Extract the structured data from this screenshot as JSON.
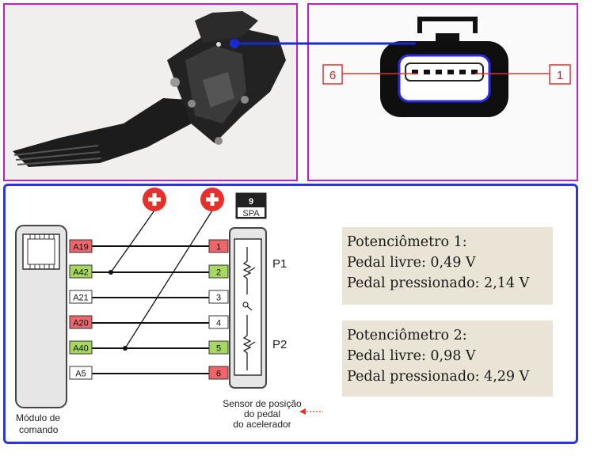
{
  "connector": {
    "pin_left": "6",
    "pin_right": "1"
  },
  "module": {
    "label_line1": "Módulo de",
    "label_line2": "comando",
    "pins": [
      {
        "label": "A19",
        "color": "#f0656a"
      },
      {
        "label": "A42",
        "color": "#a6d75e"
      },
      {
        "label": "A21",
        "color": "#ffffff"
      },
      {
        "label": "A20",
        "color": "#f0656a"
      },
      {
        "label": "A40",
        "color": "#a6d75e"
      },
      {
        "label": "A5",
        "color": "#ffffff"
      }
    ]
  },
  "sensor": {
    "pins": [
      {
        "label": "1",
        "color": "#f0656a"
      },
      {
        "label": "2",
        "color": "#a6d75e"
      },
      {
        "label": "3",
        "color": "#ffffff"
      },
      {
        "label": "4",
        "color": "#ffffff"
      },
      {
        "label": "5",
        "color": "#a6d75e"
      },
      {
        "label": "6",
        "color": "#f0656a"
      }
    ],
    "badge_number": "9",
    "badge_text": "SPA",
    "p1": "P1",
    "p2": "P2",
    "caption_line1": "Sensor de posição",
    "caption_line2": "do pedal",
    "caption_line3": "do acelerador"
  },
  "potentiometer1": {
    "title": "Potenciômetro 1:",
    "line1": "Pedal livre: 0,49 V",
    "line2": "Pedal pressionado: 2,14 V"
  },
  "potentiometer2": {
    "title": "Potenciômetro 2:",
    "line1": "Pedal livre: 0,98 V",
    "line2": "Pedal pressionado: 4,29 V"
  },
  "colors": {
    "frame_magenta": "#c21fc2",
    "frame_blue": "#2b34d6",
    "probe_red": "#e8302a",
    "wire_blue": "#1a2ad0"
  }
}
